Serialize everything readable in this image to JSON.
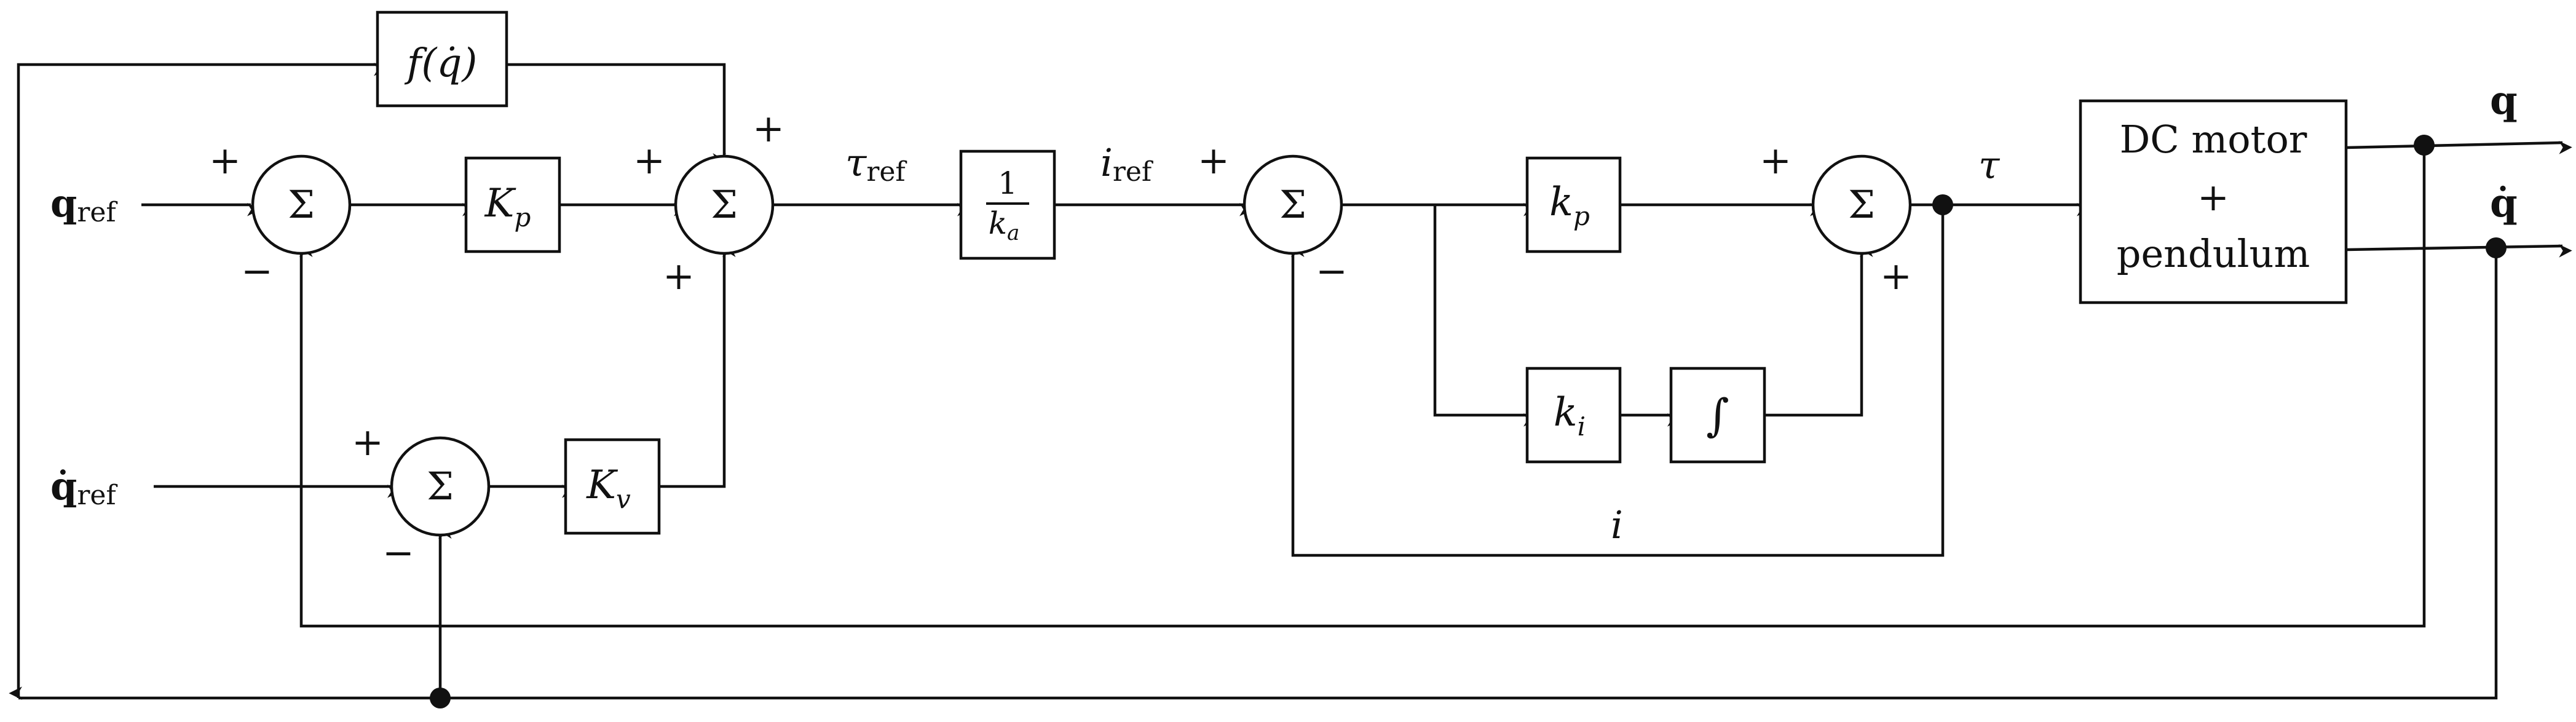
{
  "diagram": {
    "sum_symbol": "Σ",
    "signs": {
      "plus": "+",
      "minus": "−"
    },
    "inputs": {
      "q_ref": {
        "base": "q",
        "sub": "ref"
      },
      "qd_ref": {
        "base": "q̇",
        "sub": "ref"
      }
    },
    "outputs": {
      "q": "q",
      "qd": "q̇"
    },
    "blocks": {
      "friction": {
        "text": "f(q̇)"
      },
      "kp_outer": {
        "base": "K",
        "sub": "p"
      },
      "kv": {
        "base": "K",
        "sub": "v"
      },
      "inv_ka": {
        "num": "1",
        "den_base": "k",
        "den_sub": "a"
      },
      "kp_inner": {
        "base": "k",
        "sub": "p"
      },
      "ki": {
        "base": "k",
        "sub": "i"
      },
      "integrator": {
        "symbol": "∫"
      },
      "plant": {
        "lines": [
          "DC motor",
          "+",
          "pendulum"
        ]
      }
    },
    "signals": {
      "tau_ref": {
        "base": "τ",
        "sub": "ref"
      },
      "i_ref": {
        "base": "i",
        "sub": "ref"
      },
      "tau": "τ",
      "i": "i"
    }
  }
}
